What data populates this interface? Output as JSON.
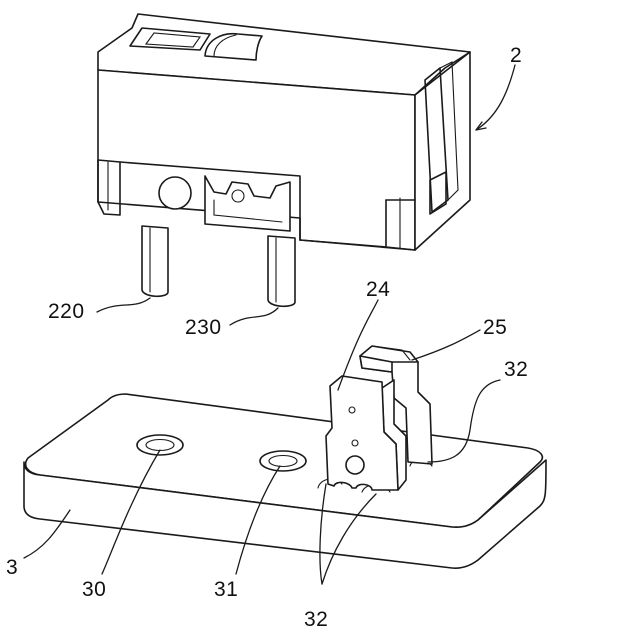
{
  "labels": {
    "switch": "2",
    "terminal_220": "220",
    "terminal_230": "230",
    "tab_24": "24",
    "tab_25": "25",
    "slot_32_upper": "32",
    "base": "3",
    "hole_30": "30",
    "hole_31": "31",
    "slot_32_lower": "32"
  }
}
